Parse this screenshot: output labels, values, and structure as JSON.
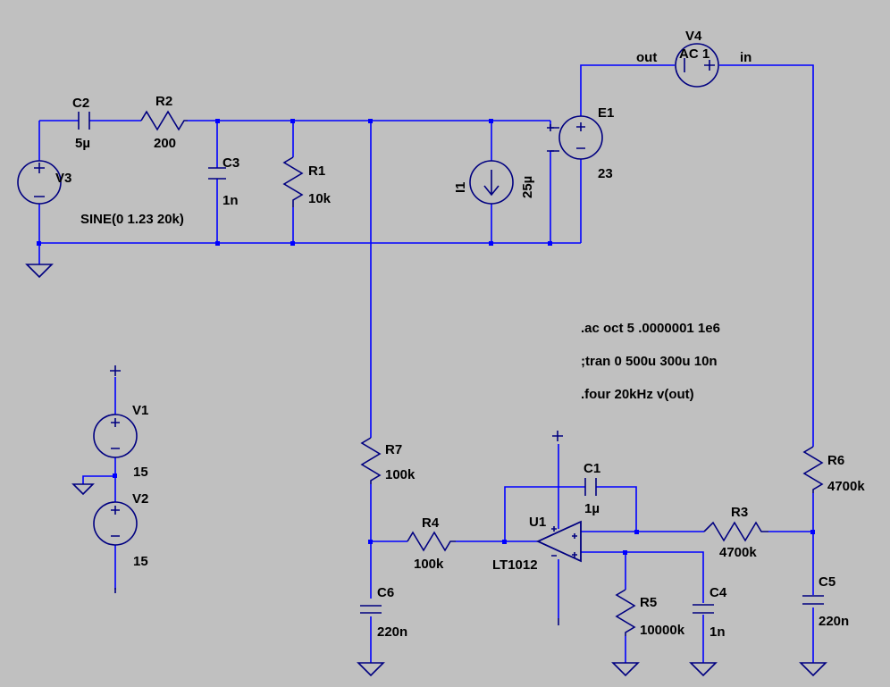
{
  "components": {
    "V3": {
      "name": "V3",
      "value": "SINE(0 1.23 20k)"
    },
    "C2": {
      "name": "C2",
      "value": "5µ"
    },
    "R2": {
      "name": "R2",
      "value": "200"
    },
    "C3": {
      "name": "C3",
      "value": "1n"
    },
    "R1": {
      "name": "R1",
      "value": "10k"
    },
    "I1": {
      "name": "I1",
      "value": "25µ"
    },
    "E1": {
      "name": "E1",
      "value": "23"
    },
    "V4": {
      "name": "V4",
      "value": "AC 1"
    },
    "V1": {
      "name": "V1",
      "value": "15"
    },
    "V2": {
      "name": "V2",
      "value": "15"
    },
    "R7": {
      "name": "R7",
      "value": "100k"
    },
    "R4": {
      "name": "R4",
      "value": "100k"
    },
    "C6": {
      "name": "C6",
      "value": "220n"
    },
    "U1": {
      "name": "U1",
      "value": "LT1012"
    },
    "C1": {
      "name": "C1",
      "value": "1µ"
    },
    "R3": {
      "name": "R3",
      "value": "4700k"
    },
    "R5": {
      "name": "R5",
      "value": "10000k"
    },
    "C4": {
      "name": "C4",
      "value": "1n"
    },
    "R6": {
      "name": "R6",
      "value": "4700k"
    },
    "C5": {
      "name": "C5",
      "value": "220n"
    }
  },
  "net_labels": {
    "out": "out",
    "in": "in"
  },
  "directives": [
    ".ac oct 5 .0000001 1e6",
    ";tran 0 500u 300u 10n",
    ".four 20kHz v(out)"
  ],
  "colors": {
    "background": "#c0c0c0",
    "wire": "#0000ff",
    "symbol": "#000080",
    "text": "#000000"
  }
}
